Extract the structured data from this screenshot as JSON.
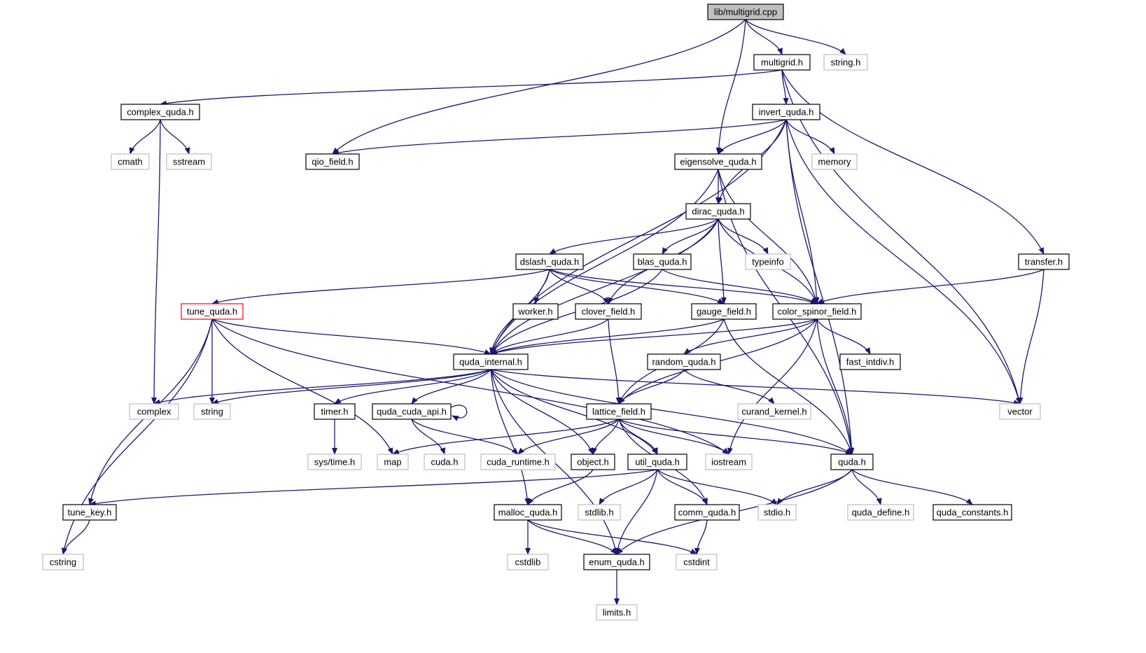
{
  "diagram": {
    "edge_color": "#191970",
    "node_kinds": {
      "root": {
        "fill": "#bfbfbf",
        "border": "#000000"
      },
      "normal": {
        "fill": "#ffffff",
        "border": "#000000"
      },
      "system": {
        "fill": "#ffffff",
        "border": "#bfbfbf"
      },
      "red": {
        "fill": "#ffffff",
        "border": "#ff0000"
      }
    },
    "nodes": [
      {
        "id": "multigrid_cpp",
        "label": "lib/multigrid.cpp",
        "kind": "root"
      },
      {
        "id": "multigrid_h",
        "label": "multigrid.h",
        "kind": "normal"
      },
      {
        "id": "string_h",
        "label": "string.h",
        "kind": "system"
      },
      {
        "id": "complex_quda_h",
        "label": "complex_quda.h",
        "kind": "normal"
      },
      {
        "id": "invert_quda_h",
        "label": "invert_quda.h",
        "kind": "normal"
      },
      {
        "id": "cmath",
        "label": "cmath",
        "kind": "system"
      },
      {
        "id": "sstream",
        "label": "sstream",
        "kind": "system"
      },
      {
        "id": "qio_field_h",
        "label": "qio_field.h",
        "kind": "normal"
      },
      {
        "id": "eigensolve_quda_h",
        "label": "eigensolve_quda.h",
        "kind": "normal"
      },
      {
        "id": "memory",
        "label": "memory",
        "kind": "system"
      },
      {
        "id": "dirac_quda_h",
        "label": "dirac_quda.h",
        "kind": "normal"
      },
      {
        "id": "dslash_quda_h",
        "label": "dslash_quda.h",
        "kind": "normal"
      },
      {
        "id": "blas_quda_h",
        "label": "blas_quda.h",
        "kind": "normal"
      },
      {
        "id": "typeinfo",
        "label": "typeinfo",
        "kind": "system"
      },
      {
        "id": "transfer_h",
        "label": "transfer.h",
        "kind": "normal"
      },
      {
        "id": "tune_quda_h",
        "label": "tune_quda.h",
        "kind": "red"
      },
      {
        "id": "worker_h",
        "label": "worker.h",
        "kind": "normal"
      },
      {
        "id": "clover_field_h",
        "label": "clover_field.h",
        "kind": "normal"
      },
      {
        "id": "gauge_field_h",
        "label": "gauge_field.h",
        "kind": "normal"
      },
      {
        "id": "color_spinor_field_h",
        "label": "color_spinor_field.h",
        "kind": "normal"
      },
      {
        "id": "quda_internal_h",
        "label": "quda_internal.h",
        "kind": "normal"
      },
      {
        "id": "random_quda_h",
        "label": "random_quda.h",
        "kind": "normal"
      },
      {
        "id": "fast_intdiv_h",
        "label": "fast_intdiv.h",
        "kind": "normal"
      },
      {
        "id": "complex",
        "label": "complex",
        "kind": "system"
      },
      {
        "id": "string",
        "label": "string",
        "kind": "system"
      },
      {
        "id": "timer_h",
        "label": "timer.h",
        "kind": "normal"
      },
      {
        "id": "quda_cuda_api_h",
        "label": "quda_cuda_api.h",
        "kind": "normal"
      },
      {
        "id": "lattice_field_h",
        "label": "lattice_field.h",
        "kind": "normal"
      },
      {
        "id": "curand_kernel_h",
        "label": "curand_kernel.h",
        "kind": "system"
      },
      {
        "id": "vector",
        "label": "vector",
        "kind": "system"
      },
      {
        "id": "sys_time_h",
        "label": "sys/time.h",
        "kind": "system"
      },
      {
        "id": "map",
        "label": "map",
        "kind": "system"
      },
      {
        "id": "cuda_h",
        "label": "cuda.h",
        "kind": "system"
      },
      {
        "id": "cuda_runtime_h",
        "label": "cuda_runtime.h",
        "kind": "system"
      },
      {
        "id": "object_h",
        "label": "object.h",
        "kind": "normal"
      },
      {
        "id": "util_quda_h",
        "label": "util_quda.h",
        "kind": "normal"
      },
      {
        "id": "iostream",
        "label": "iostream",
        "kind": "system"
      },
      {
        "id": "quda_h",
        "label": "quda.h",
        "kind": "normal"
      },
      {
        "id": "tune_key_h",
        "label": "tune_key.h",
        "kind": "normal"
      },
      {
        "id": "malloc_quda_h",
        "label": "malloc_quda.h",
        "kind": "normal"
      },
      {
        "id": "stdlib_h",
        "label": "stdlib.h",
        "kind": "system"
      },
      {
        "id": "comm_quda_h",
        "label": "comm_quda.h",
        "kind": "normal"
      },
      {
        "id": "stdio_h",
        "label": "stdio.h",
        "kind": "system"
      },
      {
        "id": "quda_define_h",
        "label": "quda_define.h",
        "kind": "system"
      },
      {
        "id": "quda_constants_h",
        "label": "quda_constants.h",
        "kind": "normal"
      },
      {
        "id": "cstring",
        "label": "cstring",
        "kind": "system"
      },
      {
        "id": "cstdlib",
        "label": "cstdlib",
        "kind": "system"
      },
      {
        "id": "enum_quda_h",
        "label": "enum_quda.h",
        "kind": "normal"
      },
      {
        "id": "cstdint",
        "label": "cstdint",
        "kind": "system"
      },
      {
        "id": "limits_h",
        "label": "limits.h",
        "kind": "system"
      }
    ],
    "edges": [
      [
        "multigrid_cpp",
        "multigrid_h"
      ],
      [
        "multigrid_cpp",
        "string_h"
      ],
      [
        "multigrid_cpp",
        "qio_field_h"
      ],
      [
        "multigrid_cpp",
        "eigensolve_quda_h"
      ],
      [
        "multigrid_h",
        "complex_quda_h"
      ],
      [
        "multigrid_h",
        "invert_quda_h"
      ],
      [
        "multigrid_h",
        "transfer_h"
      ],
      [
        "multigrid_h",
        "vector"
      ],
      [
        "complex_quda_h",
        "cmath"
      ],
      [
        "complex_quda_h",
        "sstream"
      ],
      [
        "complex_quda_h",
        "complex"
      ],
      [
        "invert_quda_h",
        "qio_field_h"
      ],
      [
        "invert_quda_h",
        "eigensolve_quda_h"
      ],
      [
        "invert_quda_h",
        "memory"
      ],
      [
        "invert_quda_h",
        "dirac_quda_h"
      ],
      [
        "invert_quda_h",
        "quda_internal_h"
      ],
      [
        "invert_quda_h",
        "color_spinor_field_h"
      ],
      [
        "invert_quda_h",
        "quda_h"
      ],
      [
        "invert_quda_h",
        "vector"
      ],
      [
        "eigensolve_quda_h",
        "dirac_quda_h"
      ],
      [
        "eigensolve_quda_h",
        "quda_internal_h"
      ],
      [
        "eigensolve_quda_h",
        "color_spinor_field_h"
      ],
      [
        "eigensolve_quda_h",
        "quda_h"
      ],
      [
        "dirac_quda_h",
        "dslash_quda_h"
      ],
      [
        "dirac_quda_h",
        "blas_quda_h"
      ],
      [
        "dirac_quda_h",
        "typeinfo"
      ],
      [
        "dirac_quda_h",
        "clover_field_h"
      ],
      [
        "dirac_quda_h",
        "gauge_field_h"
      ],
      [
        "dirac_quda_h",
        "color_spinor_field_h"
      ],
      [
        "dirac_quda_h",
        "quda_internal_h"
      ],
      [
        "dslash_quda_h",
        "tune_quda_h"
      ],
      [
        "dslash_quda_h",
        "worker_h"
      ],
      [
        "dslash_quda_h",
        "clover_field_h"
      ],
      [
        "dslash_quda_h",
        "gauge_field_h"
      ],
      [
        "dslash_quda_h",
        "color_spinor_field_h"
      ],
      [
        "dslash_quda_h",
        "quda_internal_h"
      ],
      [
        "blas_quda_h",
        "quda_internal_h"
      ],
      [
        "blas_quda_h",
        "color_spinor_field_h"
      ],
      [
        "transfer_h",
        "color_spinor_field_h"
      ],
      [
        "transfer_h",
        "vector"
      ],
      [
        "tune_quda_h",
        "quda_internal_h"
      ],
      [
        "tune_quda_h",
        "string"
      ],
      [
        "tune_quda_h",
        "tune_key_h"
      ],
      [
        "tune_quda_h",
        "cstring"
      ],
      [
        "tune_quda_h",
        "map"
      ],
      [
        "tune_quda_h",
        "iostream"
      ],
      [
        "clover_field_h",
        "quda_internal_h"
      ],
      [
        "clover_field_h",
        "lattice_field_h"
      ],
      [
        "gauge_field_h",
        "quda_internal_h"
      ],
      [
        "gauge_field_h",
        "lattice_field_h"
      ],
      [
        "gauge_field_h",
        "quda_h"
      ],
      [
        "color_spinor_field_h",
        "quda_internal_h"
      ],
      [
        "color_spinor_field_h",
        "random_quda_h"
      ],
      [
        "color_spinor_field_h",
        "fast_intdiv_h"
      ],
      [
        "color_spinor_field_h",
        "lattice_field_h"
      ],
      [
        "color_spinor_field_h",
        "quda_h"
      ],
      [
        "color_spinor_field_h",
        "iostream"
      ],
      [
        "quda_internal_h",
        "complex"
      ],
      [
        "quda_internal_h",
        "string"
      ],
      [
        "quda_internal_h",
        "timer_h"
      ],
      [
        "quda_internal_h",
        "quda_cuda_api_h"
      ],
      [
        "quda_internal_h",
        "vector"
      ],
      [
        "quda_internal_h",
        "object_h"
      ],
      [
        "quda_internal_h",
        "util_quda_h"
      ],
      [
        "quda_internal_h",
        "quda_h"
      ],
      [
        "quda_internal_h",
        "malloc_quda_h"
      ],
      [
        "quda_internal_h",
        "enum_quda_h"
      ],
      [
        "random_quda_h",
        "lattice_field_h"
      ],
      [
        "random_quda_h",
        "curand_kernel_h"
      ],
      [
        "timer_h",
        "sys_time_h"
      ],
      [
        "quda_cuda_api_h",
        "quda_cuda_api_h"
      ],
      [
        "quda_cuda_api_h",
        "cuda_h"
      ],
      [
        "quda_cuda_api_h",
        "cuda_runtime_h"
      ],
      [
        "lattice_field_h",
        "map"
      ],
      [
        "lattice_field_h",
        "cuda_runtime_h"
      ],
      [
        "lattice_field_h",
        "object_h"
      ],
      [
        "lattice_field_h",
        "util_quda_h"
      ],
      [
        "lattice_field_h",
        "iostream"
      ],
      [
        "lattice_field_h",
        "quda_h"
      ],
      [
        "lattice_field_h",
        "comm_quda_h"
      ],
      [
        "object_h",
        "malloc_quda_h"
      ],
      [
        "util_quda_h",
        "tune_key_h"
      ],
      [
        "util_quda_h",
        "stdlib_h"
      ],
      [
        "util_quda_h",
        "comm_quda_h"
      ],
      [
        "util_quda_h",
        "stdio_h"
      ],
      [
        "util_quda_h",
        "enum_quda_h"
      ],
      [
        "quda_h",
        "stdio_h"
      ],
      [
        "quda_h",
        "quda_define_h"
      ],
      [
        "quda_h",
        "quda_constants_h"
      ],
      [
        "quda_h",
        "enum_quda_h"
      ],
      [
        "tune_key_h",
        "cstring"
      ],
      [
        "malloc_quda_h",
        "cstdlib"
      ],
      [
        "malloc_quda_h",
        "enum_quda_h"
      ],
      [
        "malloc_quda_h",
        "cstdint"
      ],
      [
        "comm_quda_h",
        "cstdint"
      ],
      [
        "enum_quda_h",
        "limits_h"
      ]
    ]
  }
}
